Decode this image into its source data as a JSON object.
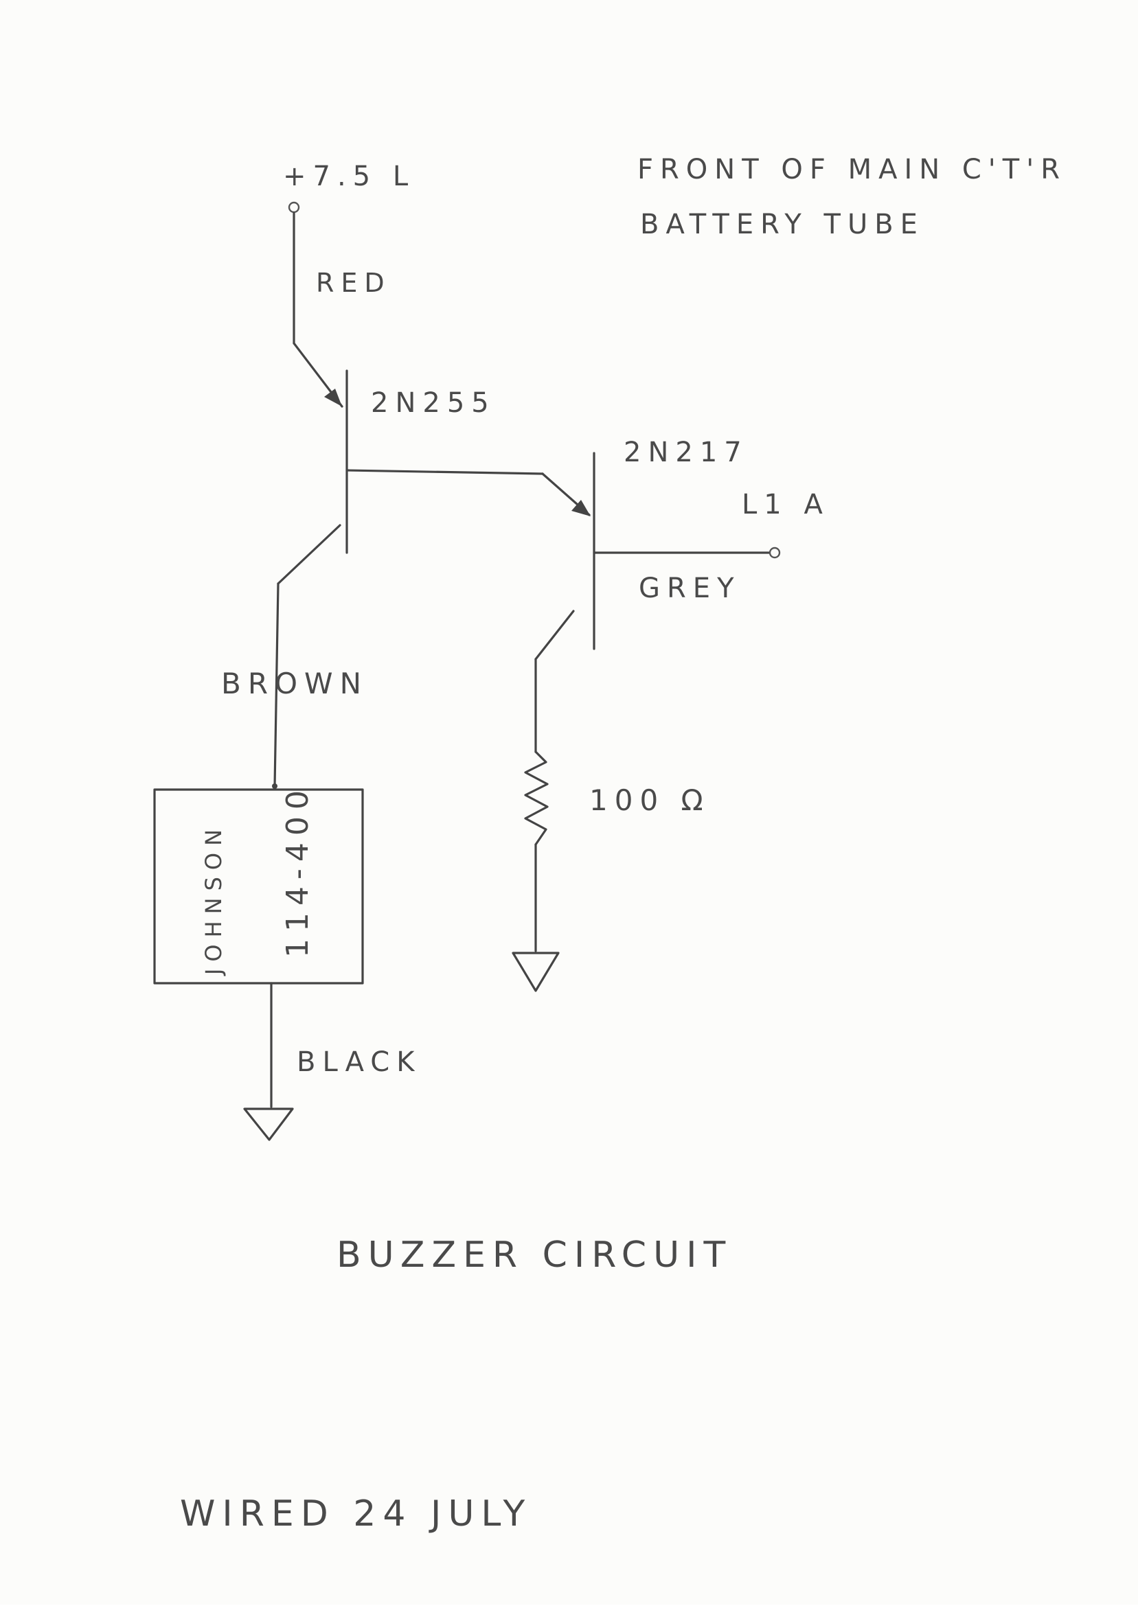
{
  "notes": {
    "supply": "+7.5 L",
    "location_line1": "FRONT OF MAIN C'T'R",
    "location_line2": "BATTERY TUBE",
    "title": "BUZZER CIRCUIT",
    "wired_date": "WIRED 24 JULY"
  },
  "wires": {
    "red": "RED",
    "brown": "BROWN",
    "grey": "GREY",
    "black": "BLACK"
  },
  "components": {
    "q1": "2N255",
    "q2": "2N217",
    "output_terminal": "L1 A",
    "resistor": "100 Ω",
    "buzzer_make": "JOHNSON",
    "buzzer_model": "114-400"
  },
  "colors": {
    "ink": "#444444",
    "paper": "#fcfcfa"
  }
}
